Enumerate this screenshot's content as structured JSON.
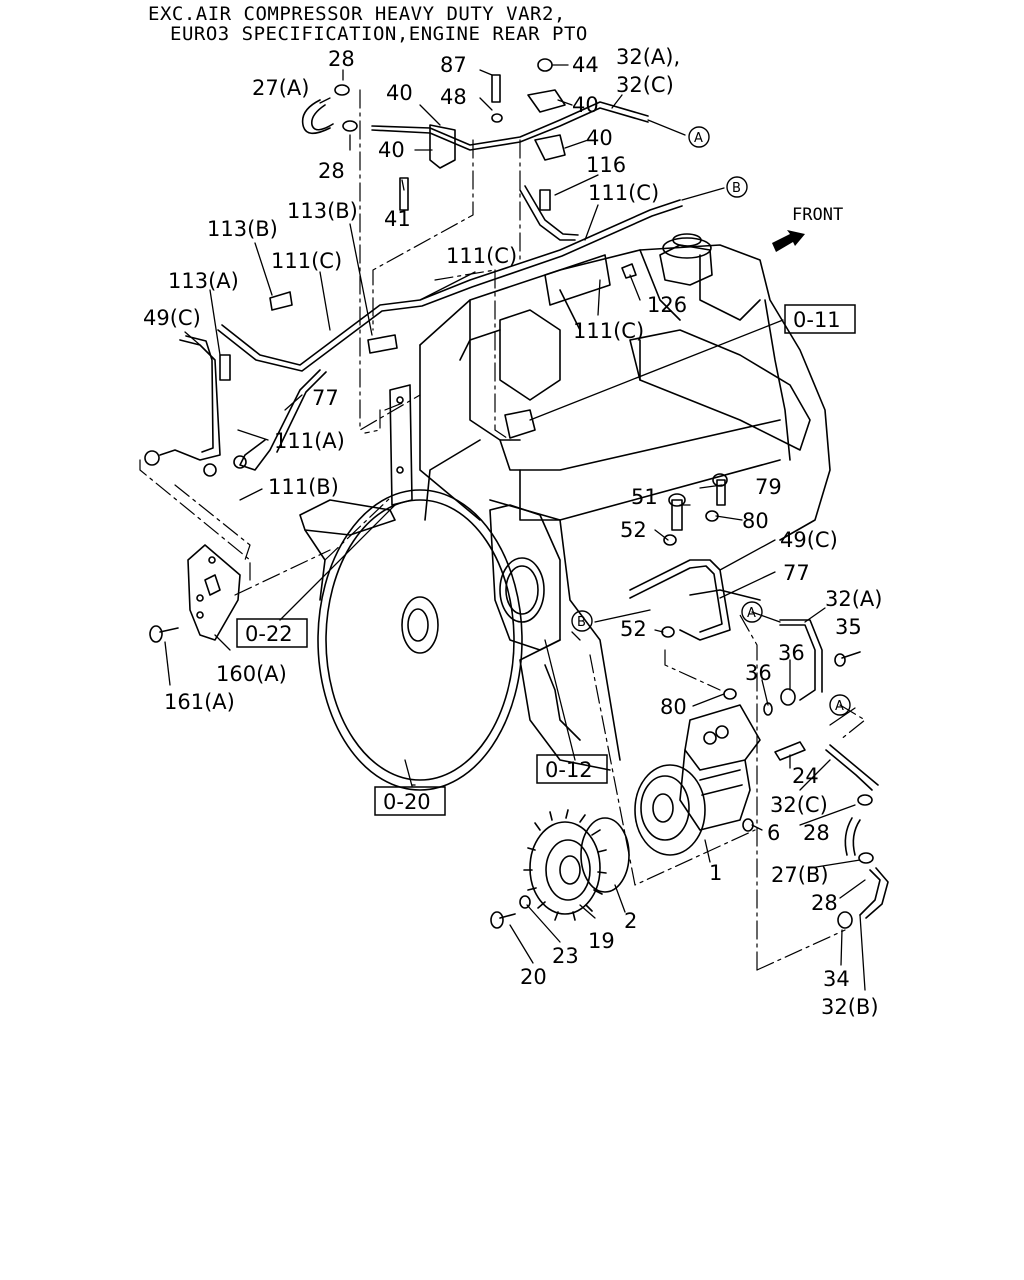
{
  "title": {
    "line1": "EXC.AIR COMPRESSOR HEAVY DUTY VAR2,",
    "line2": "EURO3 SPECIFICATION,ENGINE REAR PTO"
  },
  "front_label": "FRONT",
  "connectors": [
    "A",
    "B"
  ],
  "callouts": [
    {
      "id": "c1",
      "text": "28"
    },
    {
      "id": "c2",
      "text": "27(A)"
    },
    {
      "id": "c3",
      "text": "28"
    },
    {
      "id": "c4",
      "text": "40"
    },
    {
      "id": "c5",
      "text": "40"
    },
    {
      "id": "c6",
      "text": "41"
    },
    {
      "id": "c7",
      "text": "87"
    },
    {
      "id": "c8",
      "text": "48"
    },
    {
      "id": "c9",
      "text": "44"
    },
    {
      "id": "c10",
      "text": "40"
    },
    {
      "id": "c11",
      "text": "40"
    },
    {
      "id": "c12",
      "text": "32(A),"
    },
    {
      "id": "c13",
      "text": "32(C)"
    },
    {
      "id": "c14",
      "text": "116"
    },
    {
      "id": "c15",
      "text": "111(C)"
    },
    {
      "id": "c16",
      "text": "113(B)"
    },
    {
      "id": "c17",
      "text": "113(B)"
    },
    {
      "id": "c18",
      "text": "111(C)"
    },
    {
      "id": "c19",
      "text": "111(C)"
    },
    {
      "id": "c20",
      "text": "113(A)"
    },
    {
      "id": "c21",
      "text": "126"
    },
    {
      "id": "c22",
      "text": "111(C)"
    },
    {
      "id": "c23",
      "text": "49(C)"
    },
    {
      "id": "c24",
      "text": "77"
    },
    {
      "id": "c25",
      "text": "111(A)"
    },
    {
      "id": "c26",
      "text": "111(B)"
    },
    {
      "id": "c27",
      "text": "51"
    },
    {
      "id": "c28",
      "text": "79"
    },
    {
      "id": "c29",
      "text": "52"
    },
    {
      "id": "c30",
      "text": "80"
    },
    {
      "id": "c31",
      "text": "49(C)"
    },
    {
      "id": "c32",
      "text": "77"
    },
    {
      "id": "c33",
      "text": "32(A)"
    },
    {
      "id": "c34",
      "text": "35"
    },
    {
      "id": "c35",
      "text": "52"
    },
    {
      "id": "c36",
      "text": "36"
    },
    {
      "id": "c37",
      "text": "36"
    },
    {
      "id": "c38",
      "text": "80"
    },
    {
      "id": "c39",
      "text": "160(A)"
    },
    {
      "id": "c40",
      "text": "161(A)"
    },
    {
      "id": "c41",
      "text": "24"
    },
    {
      "id": "c42",
      "text": "32(C)"
    },
    {
      "id": "c43",
      "text": "28"
    },
    {
      "id": "c44",
      "text": "6"
    },
    {
      "id": "c45",
      "text": "1"
    },
    {
      "id": "c46",
      "text": "27(B)"
    },
    {
      "id": "c47",
      "text": "28"
    },
    {
      "id": "c48",
      "text": "2"
    },
    {
      "id": "c49",
      "text": "19"
    },
    {
      "id": "c50",
      "text": "23"
    },
    {
      "id": "c51",
      "text": "20"
    },
    {
      "id": "c52",
      "text": "34"
    },
    {
      "id": "c53",
      "text": "32(B)"
    }
  ],
  "ref_boxes": [
    {
      "id": "r1",
      "text": "0-11"
    },
    {
      "id": "r2",
      "text": "0-22"
    },
    {
      "id": "r3",
      "text": "0-12"
    },
    {
      "id": "r4",
      "text": "0-20"
    }
  ]
}
